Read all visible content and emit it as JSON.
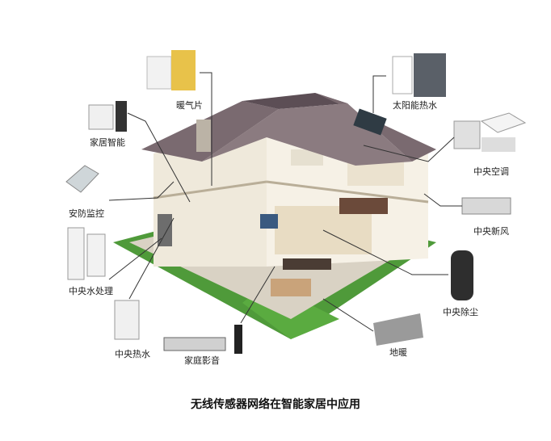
{
  "caption": "无线传感器网络在智能家居中应用",
  "devices": {
    "radiator": "暖气片",
    "solar_heater": "太阳能热水",
    "smart_home": "家居智能",
    "central_ac": "中央空调",
    "security": "安防监控",
    "fresh_air": "中央新风",
    "water_treatment": "中央水处理",
    "vacuum": "中央除尘",
    "water_heater": "中央热水",
    "home_theater": "家庭影音",
    "floor_heating": "地暖"
  },
  "colors": {
    "roof": "#7a6a70",
    "roof_dark": "#5c4e55",
    "wall": "#f3eee2",
    "lawn": "#4f9a3a",
    "line": "#333333"
  }
}
